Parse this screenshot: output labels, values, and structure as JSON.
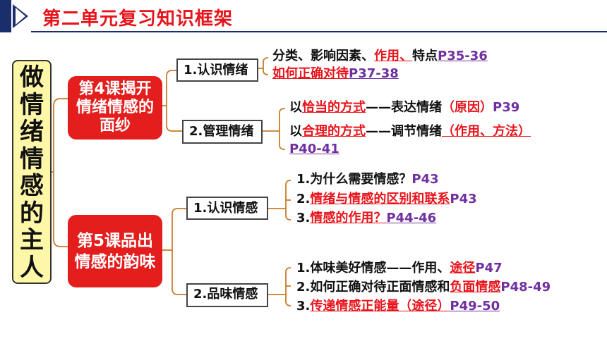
{
  "header": {
    "title": "第二单元复习知识框架"
  },
  "root": {
    "label": "做情绪情感的主人"
  },
  "lessons": [
    {
      "label": "第4课揭开情绪情感的面纱",
      "subs": [
        {
          "label": "1.认识情绪",
          "lines": [
            {
              "parts": [
                "分类、影响因素、",
                "作用、",
                "特点",
                "P35-36"
              ]
            },
            {
              "parts": [
                "如何正确对待",
                "P37-38"
              ]
            }
          ]
        },
        {
          "label": "2.管理情绪",
          "lines": [
            {
              "parts": [
                "以",
                "恰当的方式",
                "——表达情绪",
                "（原因）",
                "P39"
              ]
            },
            {
              "parts": [
                "以",
                "合理的方式",
                "——调节情绪",
                "（作用、方法）"
              ]
            },
            {
              "parts": [
                "P40-41"
              ]
            }
          ]
        }
      ]
    },
    {
      "label": "第5课品出情感的韵味",
      "subs": [
        {
          "label": "1.认识情感",
          "lines": [
            {
              "parts": [
                "1.为什么需要情感？",
                "P43"
              ]
            },
            {
              "parts": [
                "2.",
                "情绪与情感的区别和联系",
                "P43"
              ]
            },
            {
              "parts": [
                "3.",
                "情感的作用？",
                "P44-46"
              ]
            }
          ]
        },
        {
          "label": "2.品味情感",
          "lines": [
            {
              "parts": [
                "1.体味美好情感——作用、",
                "途径",
                "P47"
              ]
            },
            {
              "parts": [
                "2.如何正确对待正面情感和",
                "负面情感",
                "P48-49"
              ]
            },
            {
              "parts": [
                "3.",
                "传递情感正能量（途径）",
                "P49-50"
              ]
            }
          ]
        }
      ]
    }
  ],
  "colors": {
    "accent_red": "#e8141b",
    "nav_blue": "#1a2e6b",
    "page_ref_purple": "#7030a0",
    "root_fill": "#fff7a8"
  }
}
